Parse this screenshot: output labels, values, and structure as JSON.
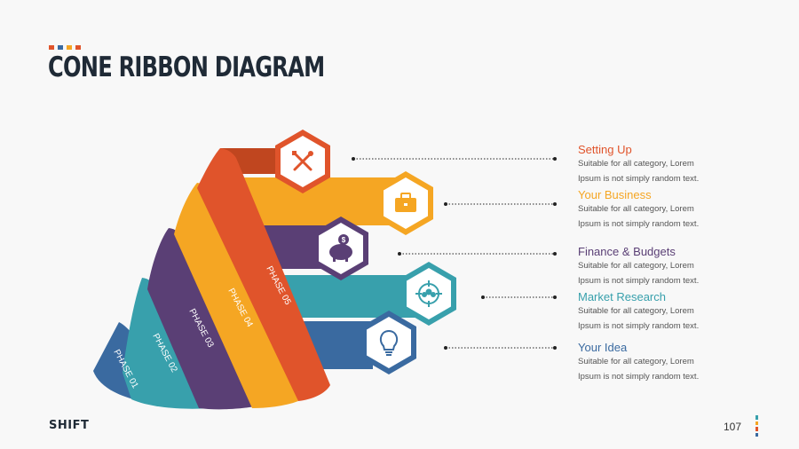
{
  "title": "CONE RIBBON DIAGRAM",
  "brand": "SHIFT",
  "page_number": "107",
  "colors": {
    "phase01": "#3a6aa0",
    "phase02": "#38a0ac",
    "phase03": "#5a3f75",
    "phase04": "#f5a623",
    "phase05": "#e0542b",
    "title_dots": [
      "#e0542b",
      "#3a6aa0",
      "#f5a623",
      "#e0542b"
    ],
    "page_bar": [
      "#38a0ac",
      "#f5a623",
      "#e0542b",
      "#3a6aa0"
    ]
  },
  "phases": [
    {
      "label": "PHASE 01",
      "color": "#3a6aa0"
    },
    {
      "label": "PHASE 02",
      "color": "#38a0ac"
    },
    {
      "label": "PHASE 03",
      "color": "#5a3f75"
    },
    {
      "label": "PHASE 04",
      "color": "#f5a623"
    },
    {
      "label": "PHASE 05",
      "color": "#e0542b"
    }
  ],
  "items": [
    {
      "heading": "Setting Up",
      "color": "#e0542b",
      "line1": "Suitable for all category, Lorem",
      "line2": "Ipsum is not simply random  text.",
      "icon": "tools-icon"
    },
    {
      "heading": "Your Business",
      "color": "#f5a623",
      "line1": "Suitable for all category, Lorem",
      "line2": "Ipsum is not simply random  text.",
      "icon": "briefcase-icon"
    },
    {
      "heading": "Finance & Budgets",
      "color": "#5a3f75",
      "line1": "Suitable for all category, Lorem",
      "line2": "Ipsum is not simply random  text.",
      "icon": "piggy-bank-icon"
    },
    {
      "heading": "Market Research",
      "color": "#38a0ac",
      "line1": "Suitable for all category, Lorem",
      "line2": "Ipsum is not simply random  text.",
      "icon": "target-people-icon"
    },
    {
      "heading": "Your Idea",
      "color": "#3a6aa0",
      "line1": "Suitable for all category, Lorem",
      "line2": "Ipsum is not simply random  text.",
      "icon": "lightbulb-icon"
    }
  ]
}
